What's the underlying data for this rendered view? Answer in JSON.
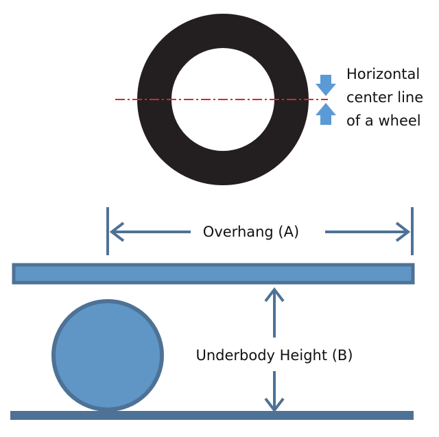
{
  "labels": {
    "centerline_line1": "Horizontal",
    "centerline_line2": "center line",
    "centerline_line3": "of a wheel",
    "overhang": "Overhang (A)",
    "underbody": "Underbody Height (B)"
  },
  "colors": {
    "tire": "#231f20",
    "centerline": "#d7262e",
    "marker_arrow": "#5b9bd5",
    "dimension": "#4e7296",
    "fill_blue": "#6096c6",
    "stroke_blue": "#4e7296",
    "ground": "#4e7296"
  }
}
